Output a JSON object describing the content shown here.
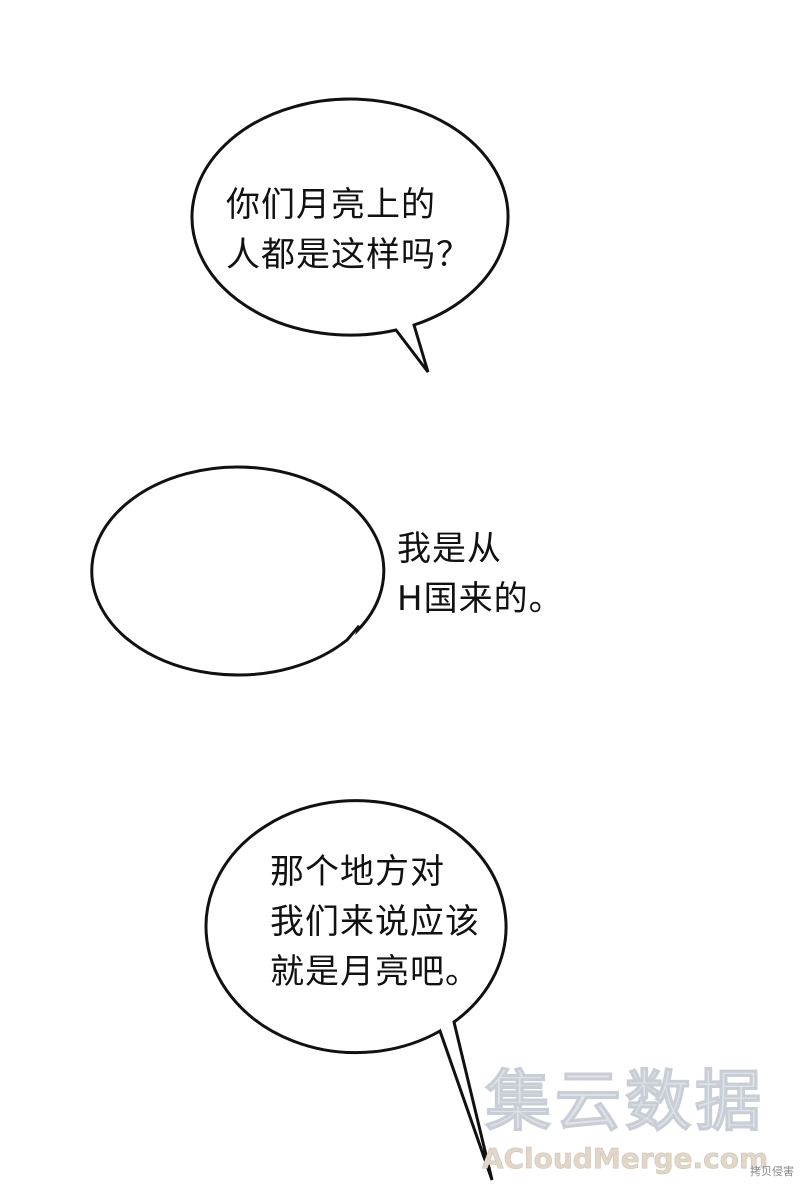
{
  "bubbles": [
    {
      "lines": [
        "你们月亮上的",
        "人都是这样吗？"
      ]
    },
    {
      "lines": [
        "我是从",
        "H国来的。"
      ]
    },
    {
      "lines": [
        "那个地方对",
        "我们来说应该",
        "就是月亮吧。"
      ]
    }
  ],
  "watermark": {
    "main": "集云数据",
    "sub": "ACloudMerge.com"
  },
  "corner_mark": "拷贝侵害",
  "colors": {
    "background": "#ffffff",
    "outline": "#111111",
    "text": "#111111",
    "watermark": "#dfe3e9"
  }
}
